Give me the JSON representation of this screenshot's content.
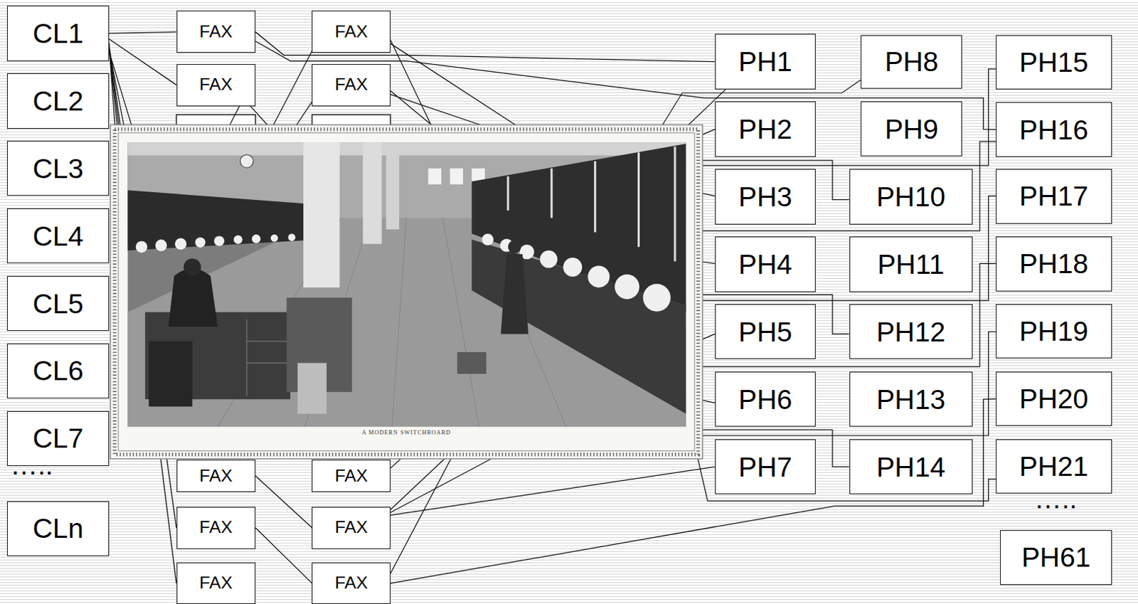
{
  "diagram": {
    "nodes": [
      {
        "text": [
          "CL1"
        ]
      },
      {
        "text": [
          "CL2"
        ]
      },
      {
        "text": [
          "CL3"
        ]
      },
      {
        "text": [
          "CL4"
        ]
      },
      {
        "text": [
          "CL5"
        ]
      },
      {
        "text": [
          "CL6"
        ]
      },
      {
        "text": [
          "CL7"
        ]
      },
      {
        "text": [
          "CLn"
        ]
      },
      {
        "text": [
          "FAX"
        ]
      },
      {
        "text": [
          "FAX"
        ]
      },
      {
        "text": [
          "FAX"
        ]
      },
      {
        "text": [
          "FAX"
        ]
      },
      {
        "text": [
          "FAX"
        ]
      },
      {
        "text": [
          "FAX"
        ]
      },
      {
        "text": [
          "FAX"
        ]
      },
      {
        "text": [
          "FAX"
        ]
      },
      {
        "text": [
          "FAX"
        ]
      },
      {
        "text": [
          "FAX"
        ]
      },
      {
        "text": [
          "PH1"
        ]
      },
      {
        "text": [
          "PH2"
        ]
      },
      {
        "text": [
          "PH3"
        ]
      },
      {
        "text": [
          "PH4"
        ]
      },
      {
        "text": [
          "PH5"
        ]
      },
      {
        "text": [
          "PH6"
        ]
      },
      {
        "text": [
          "PH7"
        ]
      },
      {
        "text": [
          "PH8"
        ]
      },
      {
        "text": [
          "PH9"
        ]
      },
      {
        "text": [
          "PH10"
        ]
      },
      {
        "text": [
          "PH11"
        ]
      },
      {
        "text": [
          "PH12"
        ]
      },
      {
        "text": [
          "PH13"
        ]
      },
      {
        "text": [
          "PH14"
        ]
      },
      {
        "text": [
          "PH15"
        ]
      },
      {
        "text": [
          "PH16"
        ]
      },
      {
        "text": [
          "PH17"
        ]
      },
      {
        "text": [
          "PH18"
        ]
      },
      {
        "text": [
          "PH19"
        ]
      },
      {
        "text": [
          "PH20"
        ]
      },
      {
        "text": [
          "PH21"
        ]
      },
      {
        "text": [
          "PH61"
        ]
      }
    ],
    "edges": [
      {
        "from": 0,
        "to": 8,
        "arrow": "none"
      },
      {
        "from": 0,
        "to": 9,
        "arrow": "none"
      },
      {
        "from": 0,
        "to": 11,
        "arrow": "none"
      },
      {
        "from": 0,
        "to": 12,
        "arrow": "none"
      },
      {
        "from": 8,
        "to": 18,
        "arrow": "none"
      },
      {
        "from": 8,
        "to": 33,
        "arrow": "none"
      },
      {
        "from": 10,
        "to": 16,
        "arrow": "none"
      },
      {
        "from": 11,
        "to": 17,
        "arrow": "none"
      },
      {
        "from": 16,
        "to": 24,
        "arrow": "none"
      },
      {
        "from": 17,
        "to": 37,
        "arrow": "none"
      }
    ],
    "labels": [
      "…..",
      "A MODERN SWITCHBOARD",
      "….."
    ]
  }
}
